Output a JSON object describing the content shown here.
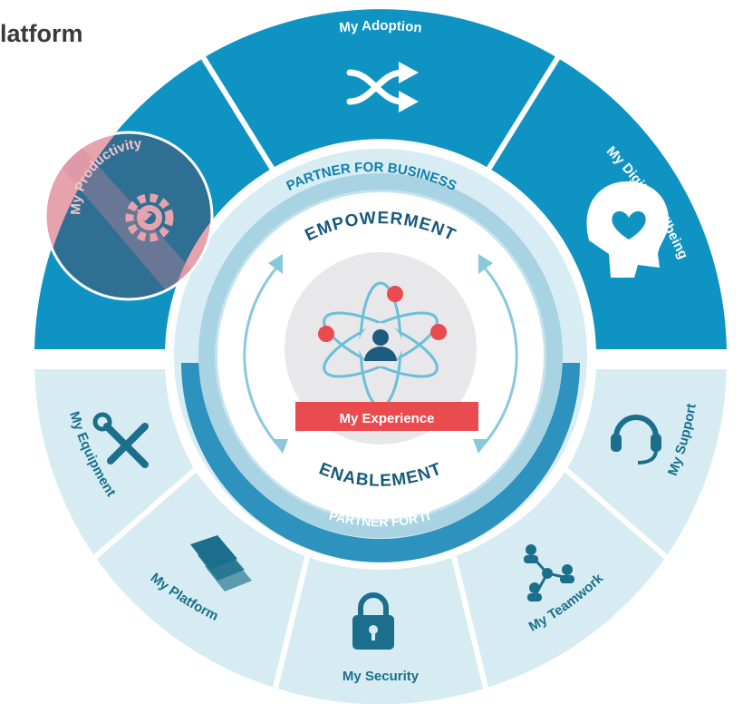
{
  "header": {
    "title": "latform"
  },
  "segments": {
    "adoption": {
      "label": "My Adoption",
      "icon": "shuffle-icon"
    },
    "wellbeing": {
      "label": "My Digital Wellbeing",
      "icon": "head-heart-icon"
    },
    "productivity": {
      "label": "My Productivity",
      "icon": "gear-arrow-icon"
    },
    "equipment": {
      "label": "My Equipment",
      "icon": "tools-icon"
    },
    "platform": {
      "label": "My Platform",
      "icon": "layers-icon"
    },
    "security": {
      "label": "My Security",
      "icon": "padlock-icon"
    },
    "teamwork": {
      "label": "My Teamwork",
      "icon": "team-network-icon"
    },
    "support": {
      "label": "My Support",
      "icon": "headset-icon"
    }
  },
  "ring": {
    "business": "PARTNER FOR BUSINESS",
    "it": "PARTNER FOR IT",
    "empowerment": "EMPOWERMENT",
    "enablement": "ENABLEMENT"
  },
  "center": {
    "label": "My Experience",
    "icon": "atom-user-icon"
  },
  "colors": {
    "top_blue": "#0f93c2",
    "bottom_light": "#d6ecf2",
    "bottom_icon": "#1b6f8c",
    "ring_blue": "#2d92bd",
    "ring_light": "#c5e3ee",
    "accent_red": "#ea4b4f",
    "productivity_pink": "#e7a3ad",
    "productivity_dark": "#2f6f93"
  }
}
